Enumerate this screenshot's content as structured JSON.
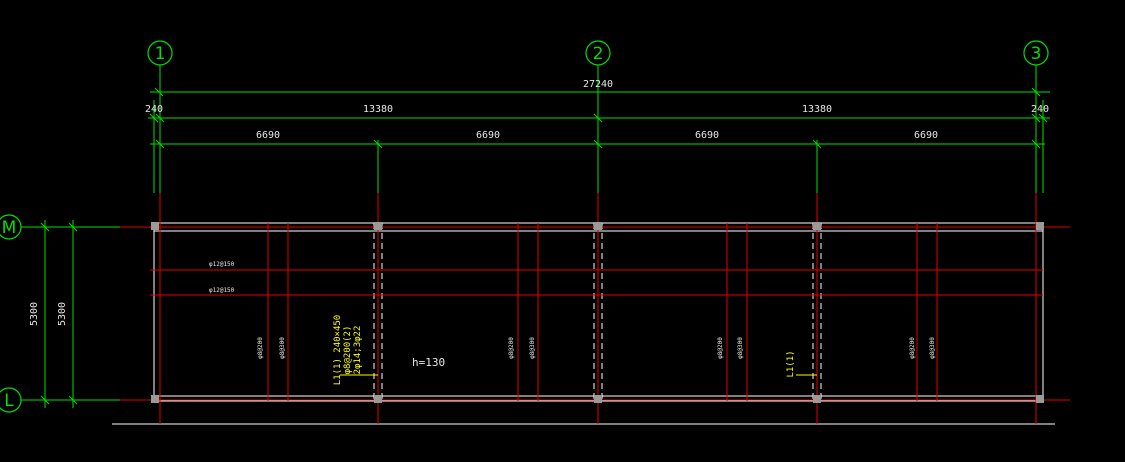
{
  "drawing": {
    "axes_vertical": [
      "1",
      "2",
      "3"
    ],
    "axes_horizontal": [
      "M",
      "L"
    ],
    "dim_total": "27240",
    "dim_row2": [
      "240",
      "13380",
      "13380",
      "240"
    ],
    "dim_row3": [
      "6690",
      "6690",
      "6690",
      "6690"
    ],
    "dim_left": [
      "5300",
      "5300"
    ],
    "slab_rebar_top": "φ12@150",
    "slab_rebar_mid": "φ12@150",
    "vertical_rebar": [
      "φ8@200",
      "φ8@300"
    ],
    "beam_callout": [
      "L1(1) 240×450",
      "φ8@200(2)",
      "2φ14;3φ22"
    ],
    "slab_thickness": "h=130",
    "beam_tag": "L1(1)"
  },
  "colors": {
    "background": "#000000",
    "axis": "#00e000",
    "grid_line": "#e60000",
    "slab_outline": "#ffffff",
    "annotation": "#ffff00"
  }
}
